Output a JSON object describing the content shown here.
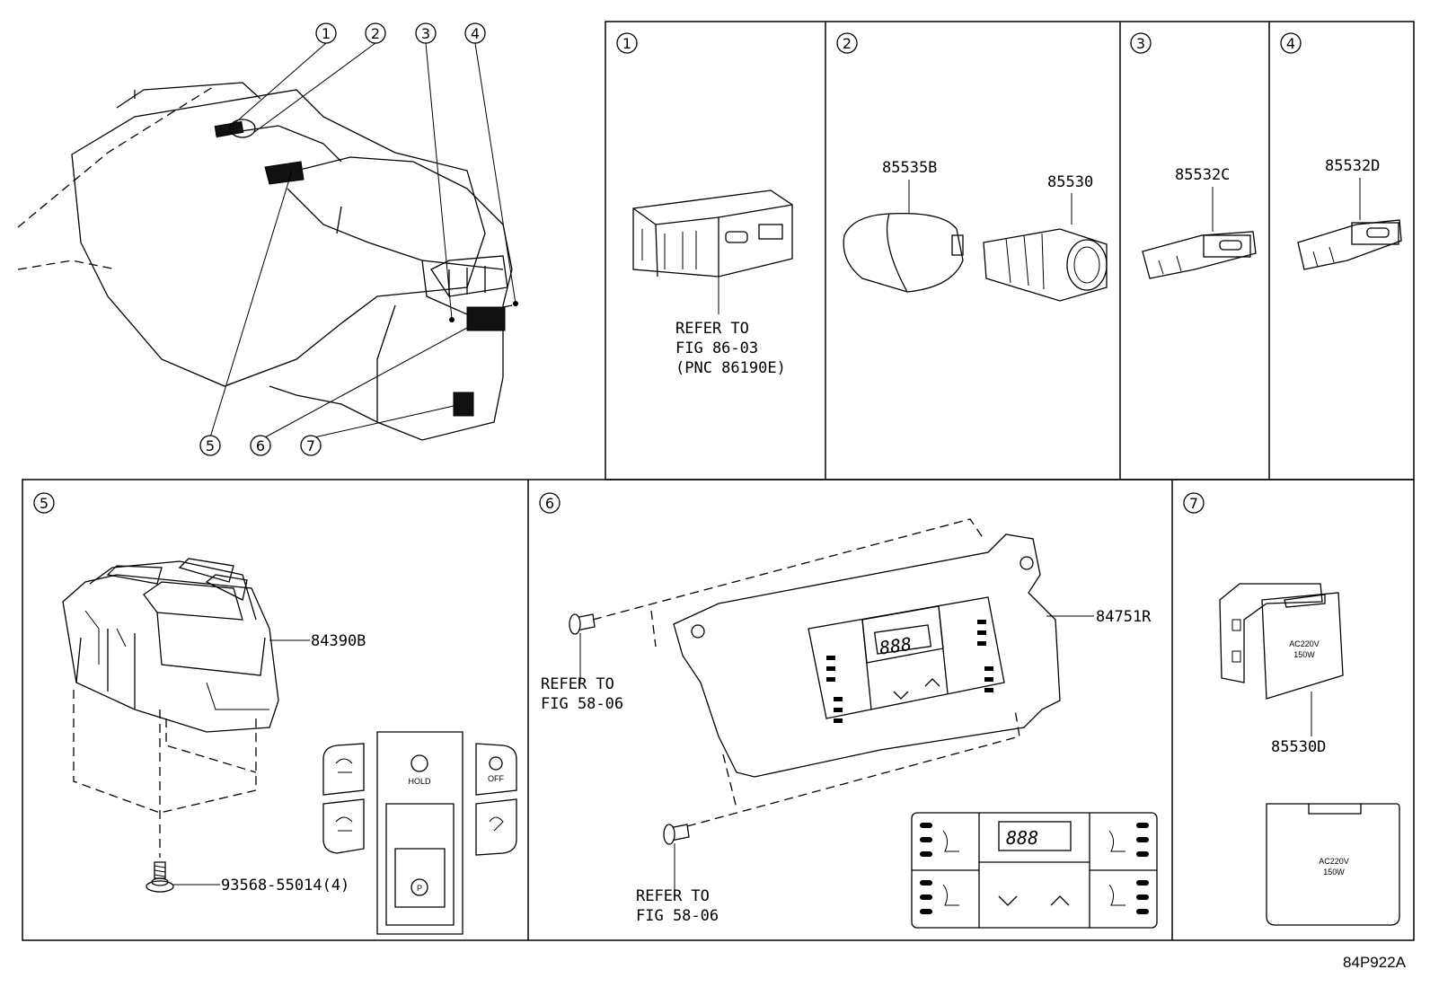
{
  "figure_code": "84P922A",
  "callouts": [
    "1",
    "2",
    "3",
    "4",
    "5",
    "6",
    "7"
  ],
  "panel1": {
    "ref_line1": "REFER TO",
    "ref_line2": "FIG 86-03",
    "ref_line3": "(PNC 86190E)"
  },
  "panel2": {
    "part_a": "85535B",
    "part_b": "85530"
  },
  "panel3": {
    "part": "85532C"
  },
  "panel4": {
    "part": "85532D"
  },
  "panel5": {
    "part_switch": "84390B",
    "part_bolt": "93568-55014(4)",
    "btn_hold": "HOLD",
    "btn_off": "OFF"
  },
  "panel6": {
    "part": "84751R",
    "ref_line1": "REFER TO",
    "ref_line2": "FIG 58-06",
    "display": "888"
  },
  "panel7": {
    "part": "85530D",
    "rating_line1": "AC220V",
    "rating_line2": "150W"
  }
}
